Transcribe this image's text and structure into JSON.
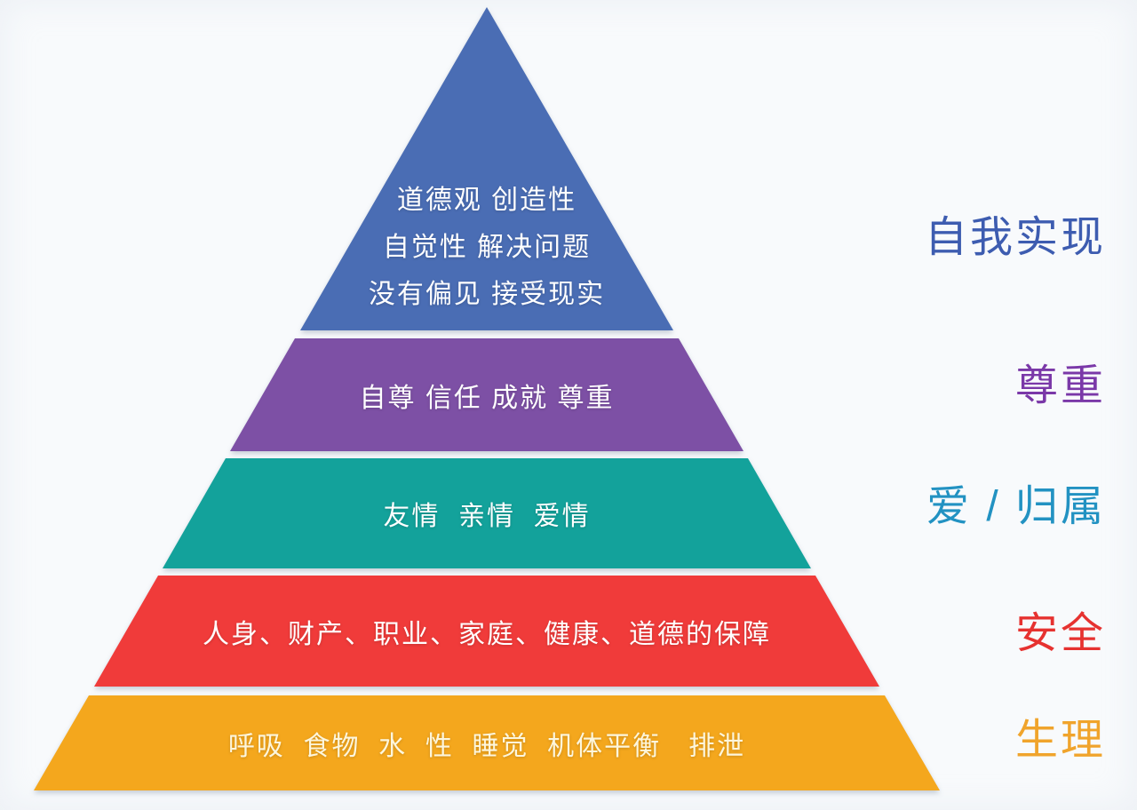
{
  "page": {
    "background": "#f8fafc"
  },
  "diagram": {
    "type": "pyramid",
    "levels": [
      {
        "id": "self-actualization",
        "label": "自我实现",
        "label_color": "#3d5cb0",
        "fill": "#4a6db4",
        "lines": [
          "道德观 创造性",
          "自觉性 解决问题",
          "没有偏见 接受现实"
        ]
      },
      {
        "id": "esteem",
        "label": "尊重",
        "label_color": "#7a38a8",
        "fill": "#7d50a5",
        "lines": [
          "自尊 信任 成就 尊重"
        ]
      },
      {
        "id": "love-belonging",
        "label": "爱 / 归属",
        "label_color": "#2292c2",
        "fill": "#13a29b",
        "lines": [
          "友情  亲情  爱情"
        ]
      },
      {
        "id": "safety",
        "label": "安全",
        "label_color": "#e63230",
        "fill": "#f03b3a",
        "lines": [
          "人身、财产、职业、家庭、健康、道德的保障"
        ]
      },
      {
        "id": "physiological",
        "label": "生理",
        "label_color": "#f0a42c",
        "fill": "#f4a71d",
        "lines": [
          "呼吸  食物  水  性  睡觉  机体平衡   排泄"
        ]
      }
    ]
  }
}
